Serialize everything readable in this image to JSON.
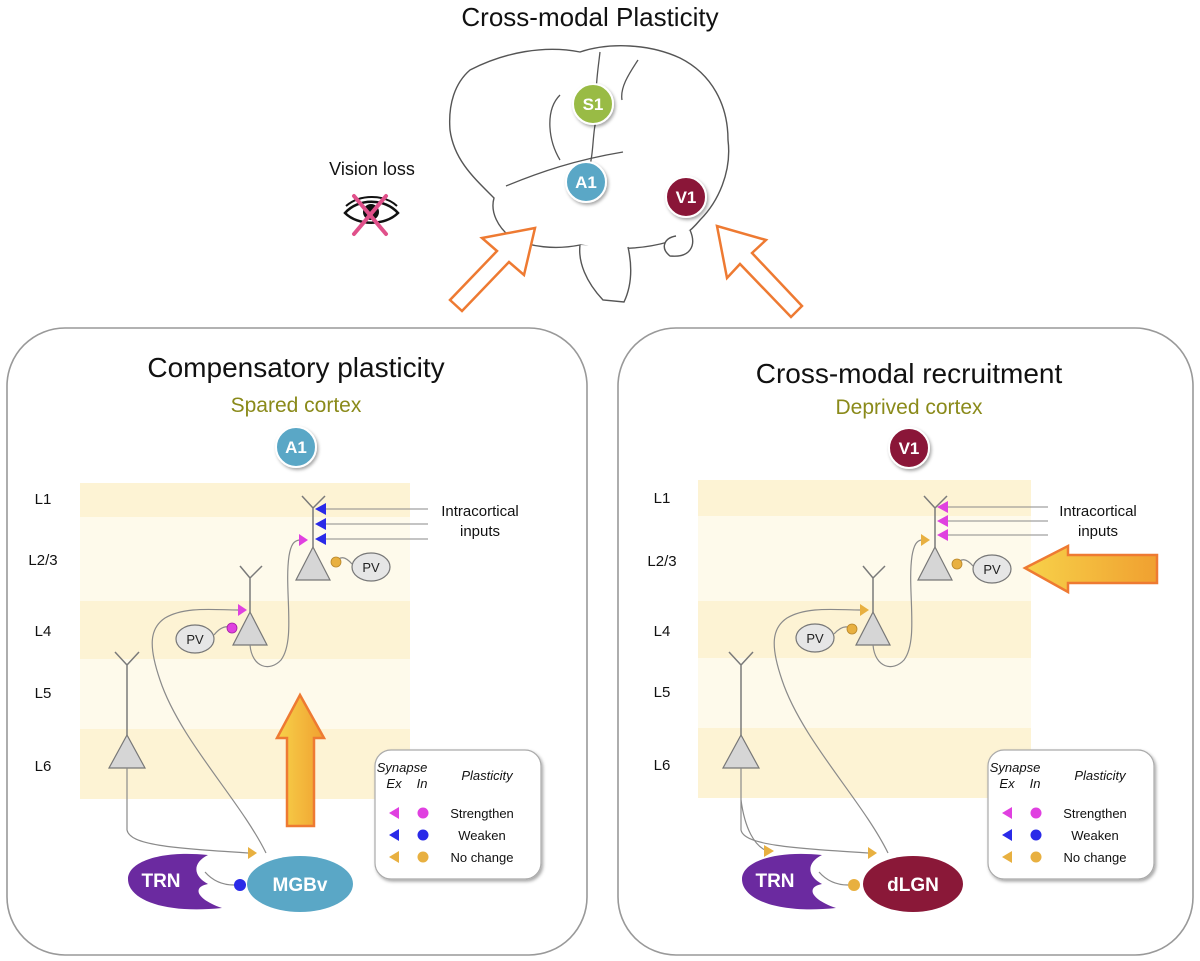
{
  "title": "Cross-modal Plasticity",
  "brain": {
    "regions": [
      "S1",
      "A1",
      "V1"
    ],
    "colors": {
      "S1": "#99bb44",
      "A1": "#5aa7c6",
      "V1": "#8a1838"
    }
  },
  "vision_loss": "Vision loss",
  "layers": [
    "L1",
    "L2/3",
    "L4",
    "L5",
    "L6"
  ],
  "intracortical": [
    "Intracortical",
    "inputs"
  ],
  "pv_label": "PV",
  "trn_label": "TRN",
  "panels": [
    {
      "title": "Compensatory plasticity",
      "subtitle": "Spared cortex",
      "area": "A1",
      "thalamus": "MGBv"
    },
    {
      "title": "Cross-modal recruitment",
      "subtitle": "Deprived cortex",
      "area": "V1",
      "thalamus": "dLGN"
    }
  ],
  "legend": {
    "synapse": "Synapse",
    "ex": "Ex",
    "in": "In",
    "plasticity": "Plasticity",
    "rows": [
      "Strengthen",
      "Weaken",
      "No change"
    ],
    "colors": [
      "#e040e0",
      "#2a2ae8",
      "#e8b040"
    ]
  }
}
